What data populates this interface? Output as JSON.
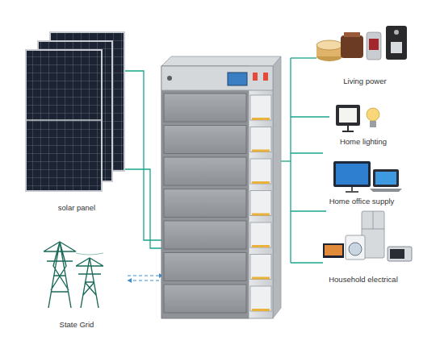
{
  "diagram": {
    "labels": [
      "solar panel",
      "State Grid",
      "Living power",
      "Home lighting",
      "Home office supply",
      "Household electrical"
    ]
  }
}
